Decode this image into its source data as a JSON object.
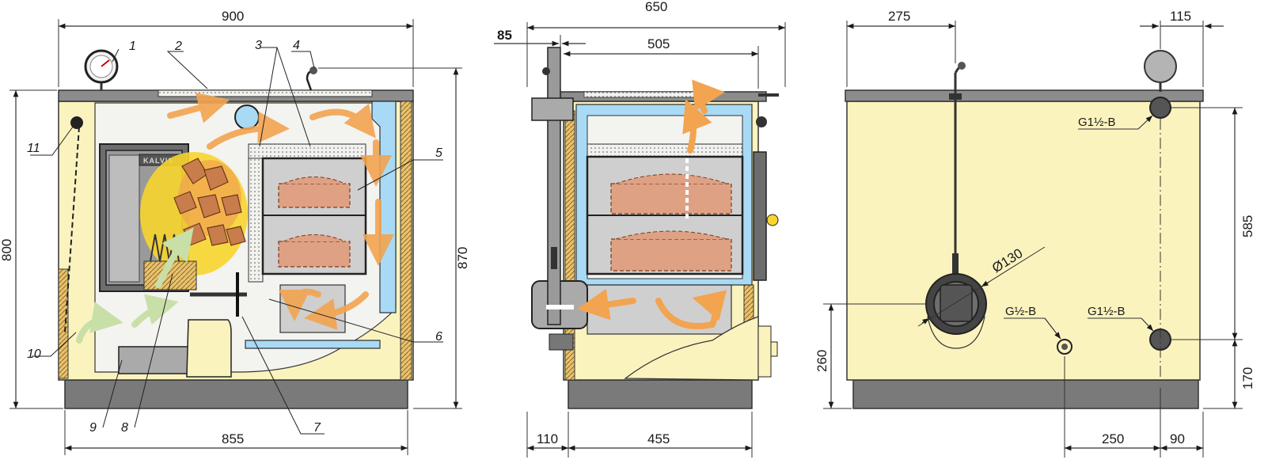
{
  "brand_label": "KALVIS",
  "front_view": {
    "dims": {
      "width_top": "900",
      "height_left": "800",
      "height_right": "870",
      "width_bottom": "855"
    },
    "callouts": [
      "1",
      "2",
      "3",
      "4",
      "5",
      "6",
      "7",
      "8",
      "9",
      "10",
      "11"
    ]
  },
  "side_view": {
    "dims": {
      "depth_total": "650",
      "offset_top": "85",
      "depth_top": "505",
      "depth_bottom_left": "110",
      "depth_bottom": "455"
    }
  },
  "rear_view": {
    "dims": {
      "pipe_offset_left": "275",
      "pipe_offset_right": "115",
      "flue_diameter": "Ø130",
      "flue_height": "260",
      "connection_spacing": "585",
      "bottom_connection_height": "170",
      "drain_offset": "250",
      "right_offset": "90"
    },
    "threads": {
      "top_right": "G1½-B",
      "drain": "G½-B",
      "bottom_right": "G1½-B"
    }
  },
  "colors": {
    "body_cream": "#FBF3BE",
    "water_jacket_blue": "#A9DAF5",
    "base_gray": "#7A7A7A",
    "top_plate_gray": "#8C8C8C",
    "oven_gray": "#CFCFCF",
    "flame_orange": "#F2A450",
    "fire_yellow": "#F8D52C",
    "cookware_brown": "#DFA183",
    "insulation_tan": "#E9C270"
  }
}
